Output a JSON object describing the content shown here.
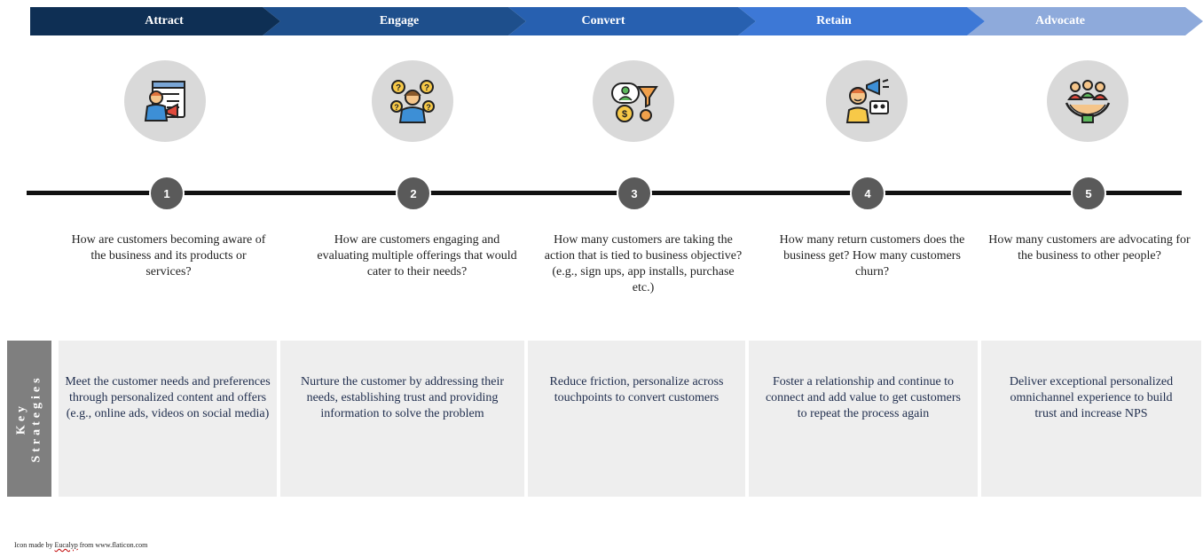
{
  "stages": [
    {
      "label": "Attract",
      "color": "#0e2f54",
      "icon": "marketer-billboard-icon",
      "num": "1",
      "question": "How are customers becoming aware of the business and its products or services?",
      "strategy": "Meet the customer needs and preferences through personalized content and offers (e.g., online ads, videos on social media)"
    },
    {
      "label": "Engage",
      "color": "#1e4f8c",
      "icon": "thinking-questions-icon",
      "num": "2",
      "question": "How are customers engaging and evaluating multiple offerings that would cater to their needs?",
      "strategy": "Nurture the customer by addressing their needs, establishing trust and providing information to solve the problem"
    },
    {
      "label": "Convert",
      "color": "#2760b0",
      "icon": "conversion-funnel-icon",
      "num": "3",
      "question": "How many customers are taking the action that is tied to business objective? (e.g., sign ups, app installs, purchase etc.)",
      "strategy": "Reduce friction, personalize across touchpoints to convert customers"
    },
    {
      "label": "Retain",
      "color": "#3d78d6",
      "icon": "loyal-customer-megaphone-icon",
      "num": "4",
      "question": "How many return customers does the business get? How many customers churn?",
      "strategy": "Foster a relationship and continue to connect and add value to get customers to repeat the process again"
    },
    {
      "label": "Advocate",
      "color": "#8eaadb",
      "icon": "community-hands-icon",
      "num": "5",
      "question": "How many customers are advocating for the business to other people?",
      "strategy": "Deliver exceptional personalized omnichannel experience to build trust and increase NPS"
    }
  ],
  "key_label_line1": "Key",
  "key_label_line2": "Strategies",
  "credit_prefix": "Icon made by ",
  "credit_author": "Eucalyp",
  "credit_suffix": " from www.flaticon.com"
}
